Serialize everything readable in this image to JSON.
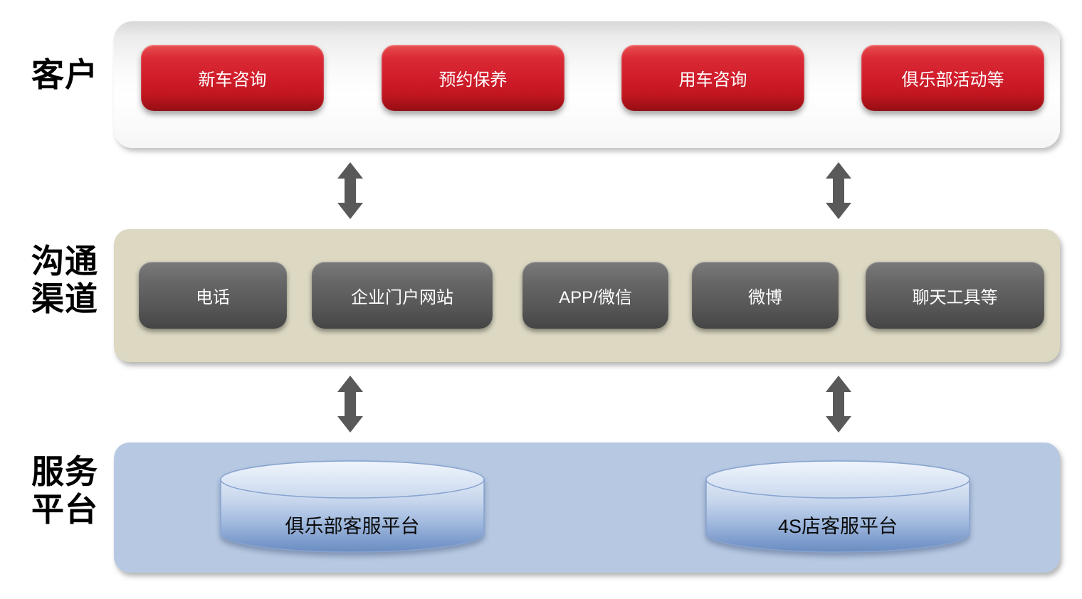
{
  "layers": {
    "customer": {
      "label": "客户",
      "buttons": [
        "新车咨询",
        "预约保养",
        "用车咨询",
        "俱乐部活动等"
      ]
    },
    "channels": {
      "label": "沟通\n渠道",
      "buttons": [
        "电话",
        "企业门户网站",
        "APP/微信",
        "微博",
        "聊天工具等"
      ]
    },
    "platform": {
      "label": "服务\n平台",
      "cylinders": [
        "俱乐部客服平台",
        "4S店客服平台"
      ]
    }
  },
  "colors": {
    "node_red": "#d01c2a",
    "node_gray": "#575757",
    "customer_band": "#f2f2f2",
    "channel_band": "#dcd8c2",
    "platform_band": "#b7c9e2",
    "arrow": "#595959",
    "cylinder_body": "#7b9aca",
    "text_on_node": "#ffffff",
    "label_text": "#000000"
  }
}
